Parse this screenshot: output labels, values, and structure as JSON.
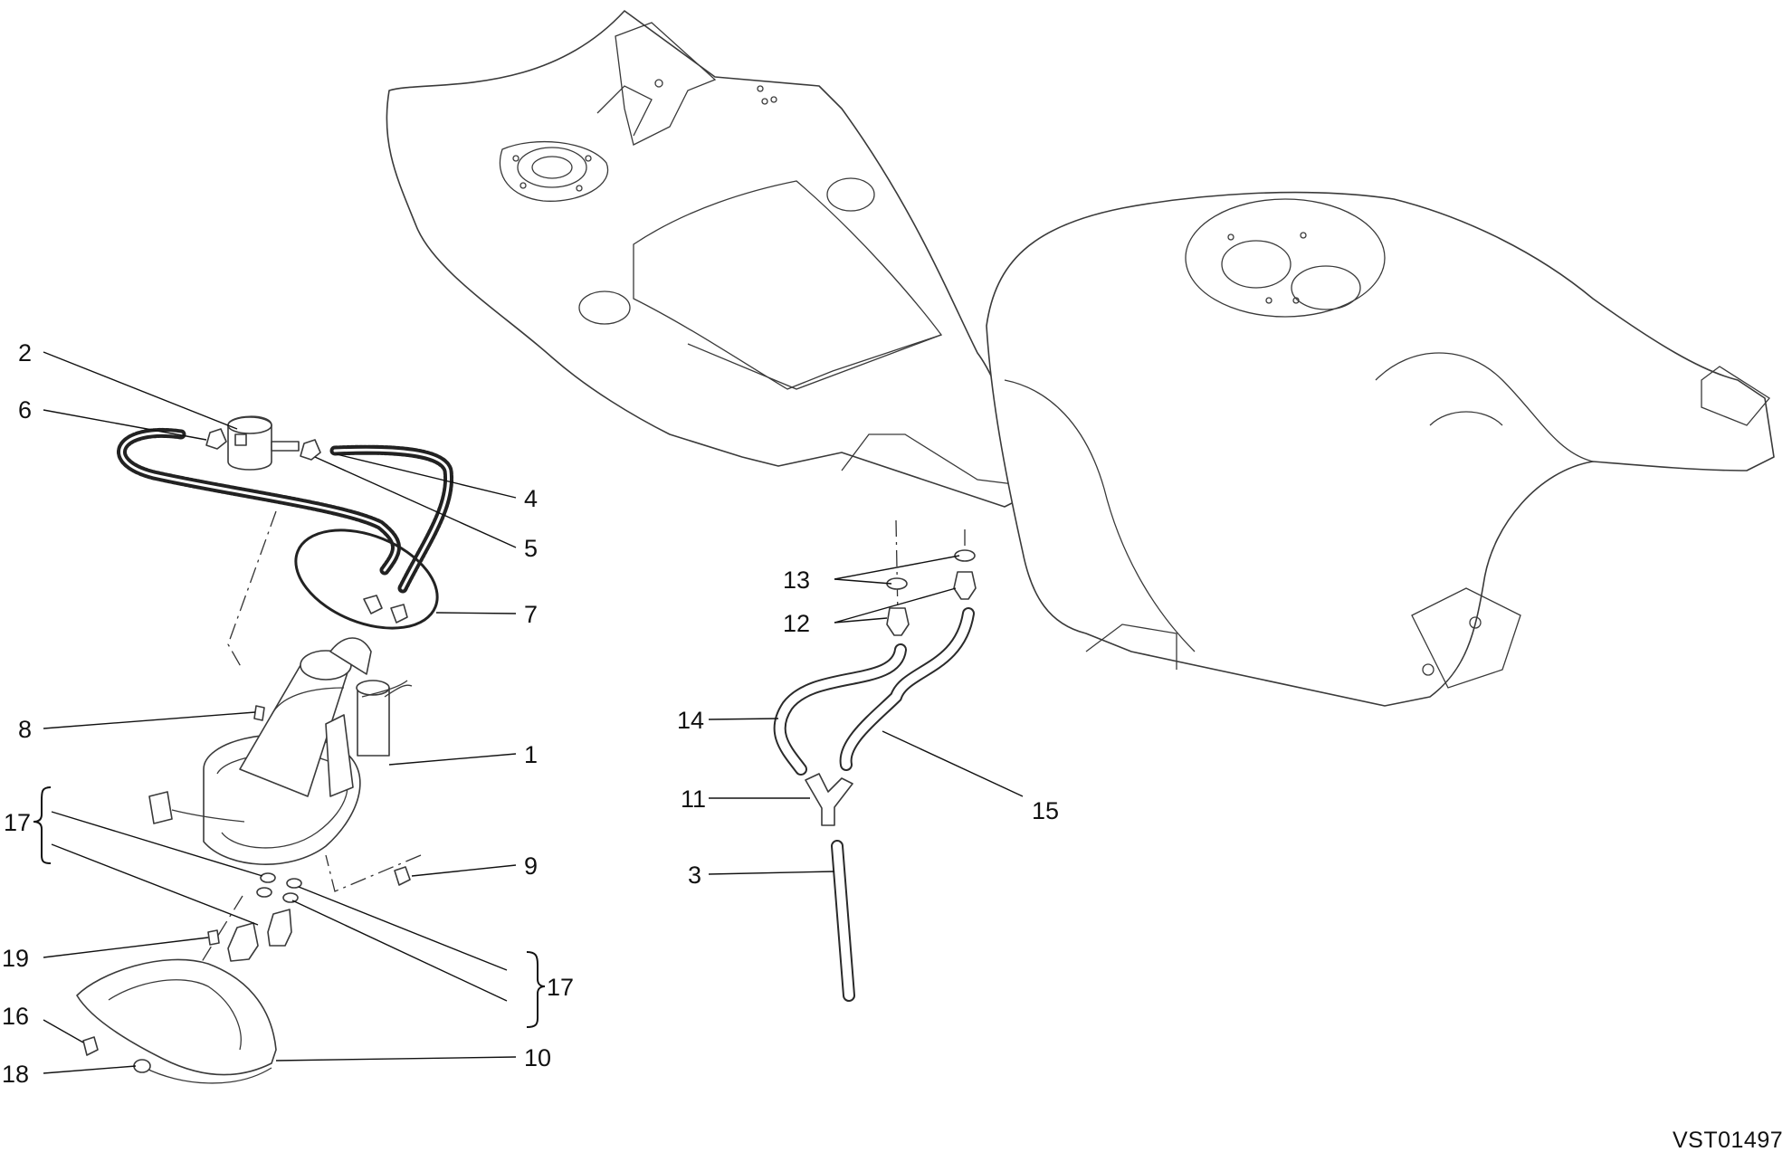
{
  "drawing_code": "VST01497",
  "callouts": {
    "c1": "1",
    "c2": "2",
    "c3": "3",
    "c4": "4",
    "c5": "5",
    "c6": "6",
    "c7": "7",
    "c8": "8",
    "c9": "9",
    "c10": "10",
    "c11": "11",
    "c12": "12",
    "c13": "13",
    "c14": "14",
    "c15": "15",
    "c16": "16",
    "c17a": "17",
    "c17b": "17",
    "c18": "18",
    "c19": "19"
  }
}
